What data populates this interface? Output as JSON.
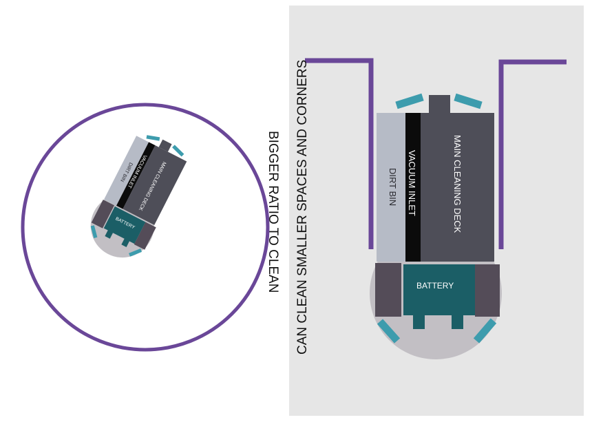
{
  "captions": {
    "left": "BIGGER RATIO TO CLEAN",
    "right": "CAN CLEAN SMALLER SPACES AND CORNERS"
  },
  "robot": {
    "dirt_bin": "DIRT BIN",
    "vacuum_inlet": "VACUUM INLET",
    "main_deck": "MAIN CLEANING DECK",
    "battery": "BATTERY"
  },
  "colors": {
    "boundary": "#6a4798",
    "dirt_bin": "#b6bbc6",
    "vacuum_inlet": "#0b0b0b",
    "main_deck": "#4e4e58",
    "battery": "#1b5e66",
    "wheel": "#544c58",
    "base": "#c2bfc4",
    "brush": "#3d9cad",
    "panel": "#e6e6e6"
  }
}
